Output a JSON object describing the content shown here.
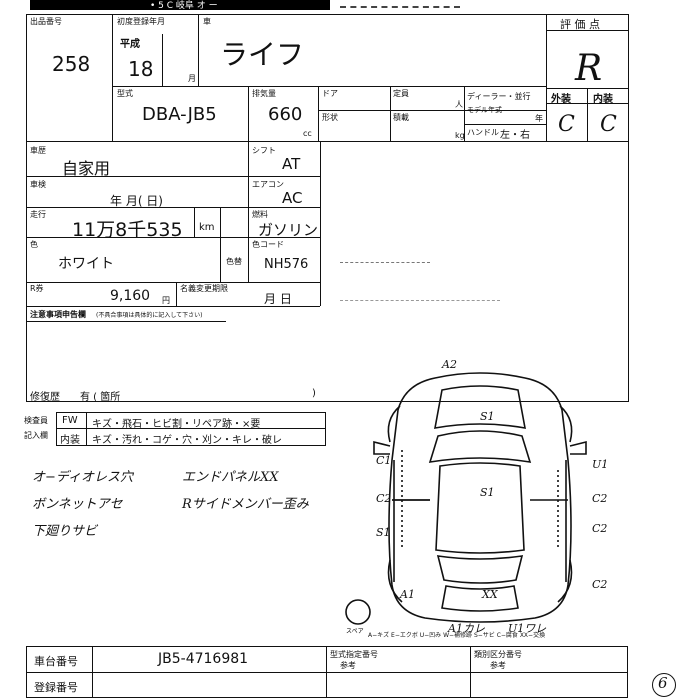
{
  "header": {
    "garbled_top": "• 5 C 岐阜 オ ー",
    "lot_label": "出品番号",
    "lot_number": "258",
    "first_reg_label": "初度登録年月",
    "era": "平成",
    "year": "18",
    "month_unit": "月",
    "name_label": "車",
    "car_name": "ライフ",
    "grade_label": "評 価 点",
    "grade": "R",
    "model_label": "型式",
    "model_code": "DBA-JB5",
    "displacement_label": "排気量",
    "displacement": "660",
    "cc_unit": "cc",
    "door_label": "ドア",
    "capacity_label": "定員",
    "person_unit": "人",
    "dealer_label": "ディーラー・並行",
    "model_year_label": "モデル年式",
    "year_unit": "年",
    "shape_label": "形状",
    "load_label": "積載",
    "kg_unit": "kg",
    "handle_label": "ハンドル",
    "handle_value": "左・右",
    "exterior_label": "外装",
    "interior_label": "内装",
    "exterior_grade": "C",
    "interior_grade": "C"
  },
  "details": {
    "usage_label": "車歴",
    "usage": "自家用",
    "shift_label": "シフト",
    "shift": "AT",
    "inspection_label": "車検",
    "inspection_value": "年    月(    日)",
    "ac_label": "エアコン",
    "ac": "AC",
    "mileage_label": "走行",
    "mileage": "11万8千535",
    "km_unit": "km",
    "fuel_label": "燃料",
    "fuel": "ガソリン",
    "color_label": "色",
    "color": "ホワイト",
    "color_change_label": "色替",
    "color_code_label": "色コード",
    "color_code": "NH576",
    "recycle_label": "R券",
    "recycle_fee": "9,160",
    "yen_unit": "円",
    "tax_label": "名義変更期限",
    "tax_value": "月    日",
    "notes_label": "注意事項申告欄",
    "notes_sub": "(不具合事項は具体的に記入して下さい)",
    "repair_label": "修復歴",
    "repair_value": "有  (  箇所",
    "repair_close": ")"
  },
  "inspector": {
    "label1": "検査員",
    "label2": "記入欄",
    "row1_head": "FW",
    "row1_items": "キズ・飛石・ヒビ割・リペア跡・×要",
    "row2_head": "内装",
    "row2_items": "キズ・汚れ・コゲ・穴・刈ン・キレ・破レ"
  },
  "handwritten_notes": {
    "left": [
      "オ−ディオレス穴",
      "ボンネットアセ",
      "下廻りサビ"
    ],
    "right": [
      "エンドパネルXX",
      "Rサイドメンバー歪み"
    ]
  },
  "diagram": {
    "marks": [
      "A2",
      "S1",
      "C1",
      "C2",
      "S1",
      "C2",
      "S1",
      "U1",
      "C2",
      "C2",
      "A1",
      "XX",
      "A1カレ",
      "U1ワレ"
    ],
    "spare_label": "スペア",
    "legend": "A−キズ E−エクボ U−凹み W−補修跡 S−サビ C−腐食 XX−交換"
  },
  "footer": {
    "chassis_label": "車台番号",
    "chassis_number": "JB5-4716981",
    "registration_label": "登録番号",
    "type_spec_label": "型式指定番号",
    "category_label": "類別区分番号",
    "ref_label": "参考",
    "page_mark": "6"
  }
}
